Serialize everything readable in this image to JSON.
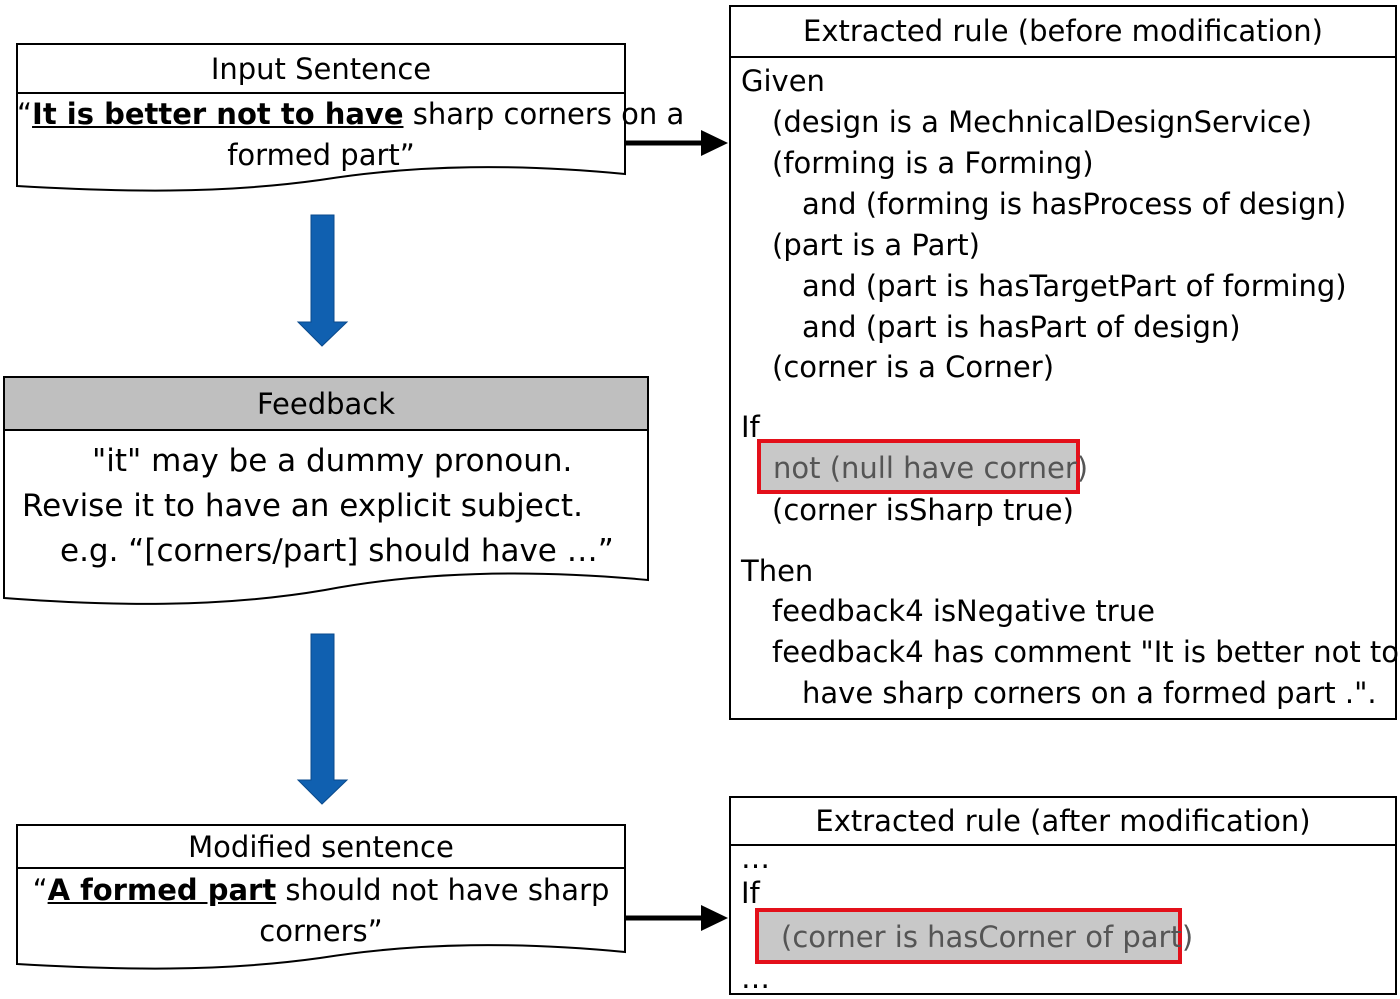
{
  "input_box": {
    "header": "Input Sentence",
    "quote_open": "“",
    "bold_part": "It is better not to have",
    "rest_line1": " sharp corners on a",
    "line2": "formed part”"
  },
  "feedback_box": {
    "header": "Feedback",
    "line1": "\"it\" may be a dummy pronoun.",
    "line2": "Revise it to have an explicit subject.",
    "line3": "e.g. “[corners/part] should have …”"
  },
  "modified_box": {
    "header": "Modified sentence",
    "quote_open": "“",
    "bold_part": "A formed part",
    "rest_line1": " should not have sharp",
    "line2": "corners”"
  },
  "rule_before": {
    "header": "Extracted rule (before modification)",
    "given": "Given",
    "g1": "(design is a MechnicalDesignService)",
    "g2": "(forming is a Forming)",
    "g3": "and (forming is hasProcess of design)",
    "g4": "(part is a Part)",
    "g5": "and (part is hasTargetPart of forming)",
    "g6": "and (part is hasPart of design)",
    "g7": "(corner is a Corner)",
    "if": "If",
    "highlight": "not (null have corner)",
    "c2": "(corner isSharp true)",
    "then": "Then",
    "t1": "feedback4 isNegative true",
    "t2": "feedback4 has comment \"It is better not to",
    "t3": "have sharp corners on a formed part .\"."
  },
  "rule_after": {
    "header": "Extracted rule (after modification)",
    "ellipsis_top": "…",
    "if": "If",
    "highlight": "(corner is hasCorner of part)",
    "ellipsis_bottom": "…"
  },
  "colors": {
    "flow_arrow": "#1060b0",
    "highlight_border": "#e3101a",
    "highlight_fill": "#c8c8c8",
    "feedback_header_fill": "#bfbfbf"
  }
}
